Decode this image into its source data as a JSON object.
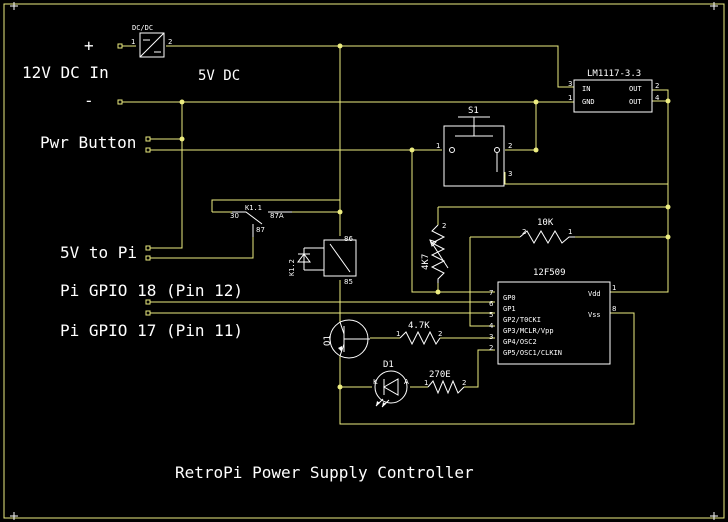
{
  "labels": {
    "plus": "+",
    "minus": "-",
    "input": "12V DC In",
    "rail5v": "5V DC",
    "pwr_button": "Pwr Button",
    "to_pi": "5V to Pi",
    "gpio18": "Pi GPIO 18 (Pin 12)",
    "gpio17": "Pi GPIO 17 (Pin 11)",
    "title": "RetroPi Power Supply Controller"
  },
  "components": {
    "dcdc": {
      "name": "DC/DC",
      "pin1": "1",
      "pin2": "2"
    },
    "regulator": {
      "name": "LM1117-3.3",
      "pin_in": "IN",
      "pin_gnd": "GND",
      "pin_out1": "OUT",
      "pin_out2": "OUT",
      "n_in": "3",
      "n_gnd": "1",
      "n_out1": "2",
      "n_out2": "4"
    },
    "switch": {
      "name": "S1",
      "n1": "1",
      "n2": "2",
      "n3": "3"
    },
    "relay_contact": {
      "name": "K1.1",
      "pin30": "30",
      "pin87a": "87A",
      "pin87": "87"
    },
    "relay_coil": {
      "name": "K1.2",
      "pin86": "86",
      "pin85": "85"
    },
    "pot": {
      "name": "4K7",
      "n2": "2"
    },
    "r10k": {
      "name": "10K",
      "n1": "1",
      "n2": "2"
    },
    "mcu": {
      "name": "12F509",
      "pins_left": [
        "GP0",
        "GP1",
        "GP2/T0CKI",
        "GP3/MCLR/Vpp",
        "GP4/OSC2",
        "GP5/OSC1/CLKIN"
      ],
      "nums_left": [
        "7",
        "6",
        "5",
        "4",
        "3",
        "2"
      ],
      "vdd": "Vdd",
      "vss": "Vss",
      "n_vdd": "1",
      "n_vss": "8"
    },
    "q1": {
      "name": "Q1"
    },
    "r47k": {
      "name": "4.7K",
      "n1": "1",
      "n2": "2"
    },
    "d1": {
      "name": "D1",
      "a": "A",
      "k": "K"
    },
    "r270": {
      "name": "270E",
      "n1": "1",
      "n2": "2"
    }
  },
  "colors": {
    "wire": "#ecec80",
    "part": "#ffffff",
    "background": "#000000"
  }
}
